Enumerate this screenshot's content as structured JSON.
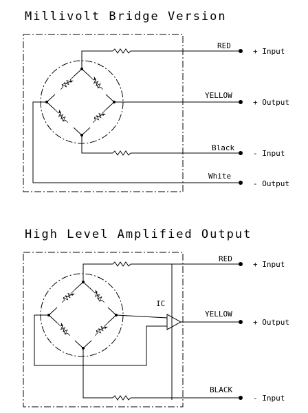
{
  "diagrams": [
    {
      "title": "Millivolt Bridge Version",
      "wires": [
        {
          "label": "RED",
          "terminal": "+ Input"
        },
        {
          "label": "YELLOW",
          "terminal": "+ Output"
        },
        {
          "label": "Black",
          "terminal": "- Input"
        },
        {
          "label": "White",
          "terminal": "- Output"
        }
      ]
    },
    {
      "title": "High Level Amplified Output",
      "component": "IC",
      "wires": [
        {
          "label": "RED",
          "terminal": "+ Input"
        },
        {
          "label": "YELLOW",
          "terminal": "+ Output"
        },
        {
          "label": "BLACK",
          "terminal": "- Input"
        }
      ]
    }
  ]
}
